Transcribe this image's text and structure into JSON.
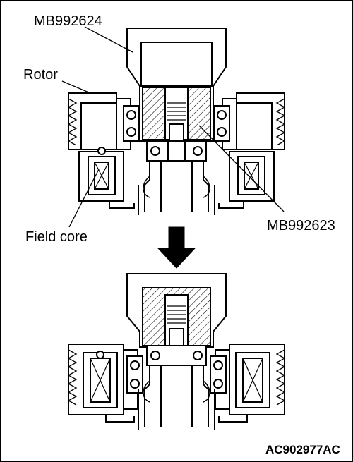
{
  "labels": {
    "tool_upper": "MB992624",
    "rotor": "Rotor",
    "field_core": "Field core",
    "tool_lower": "MB992623"
  },
  "figure_id": "AC902977AC",
  "colors": {
    "line": "#000000",
    "background": "#ffffff"
  }
}
